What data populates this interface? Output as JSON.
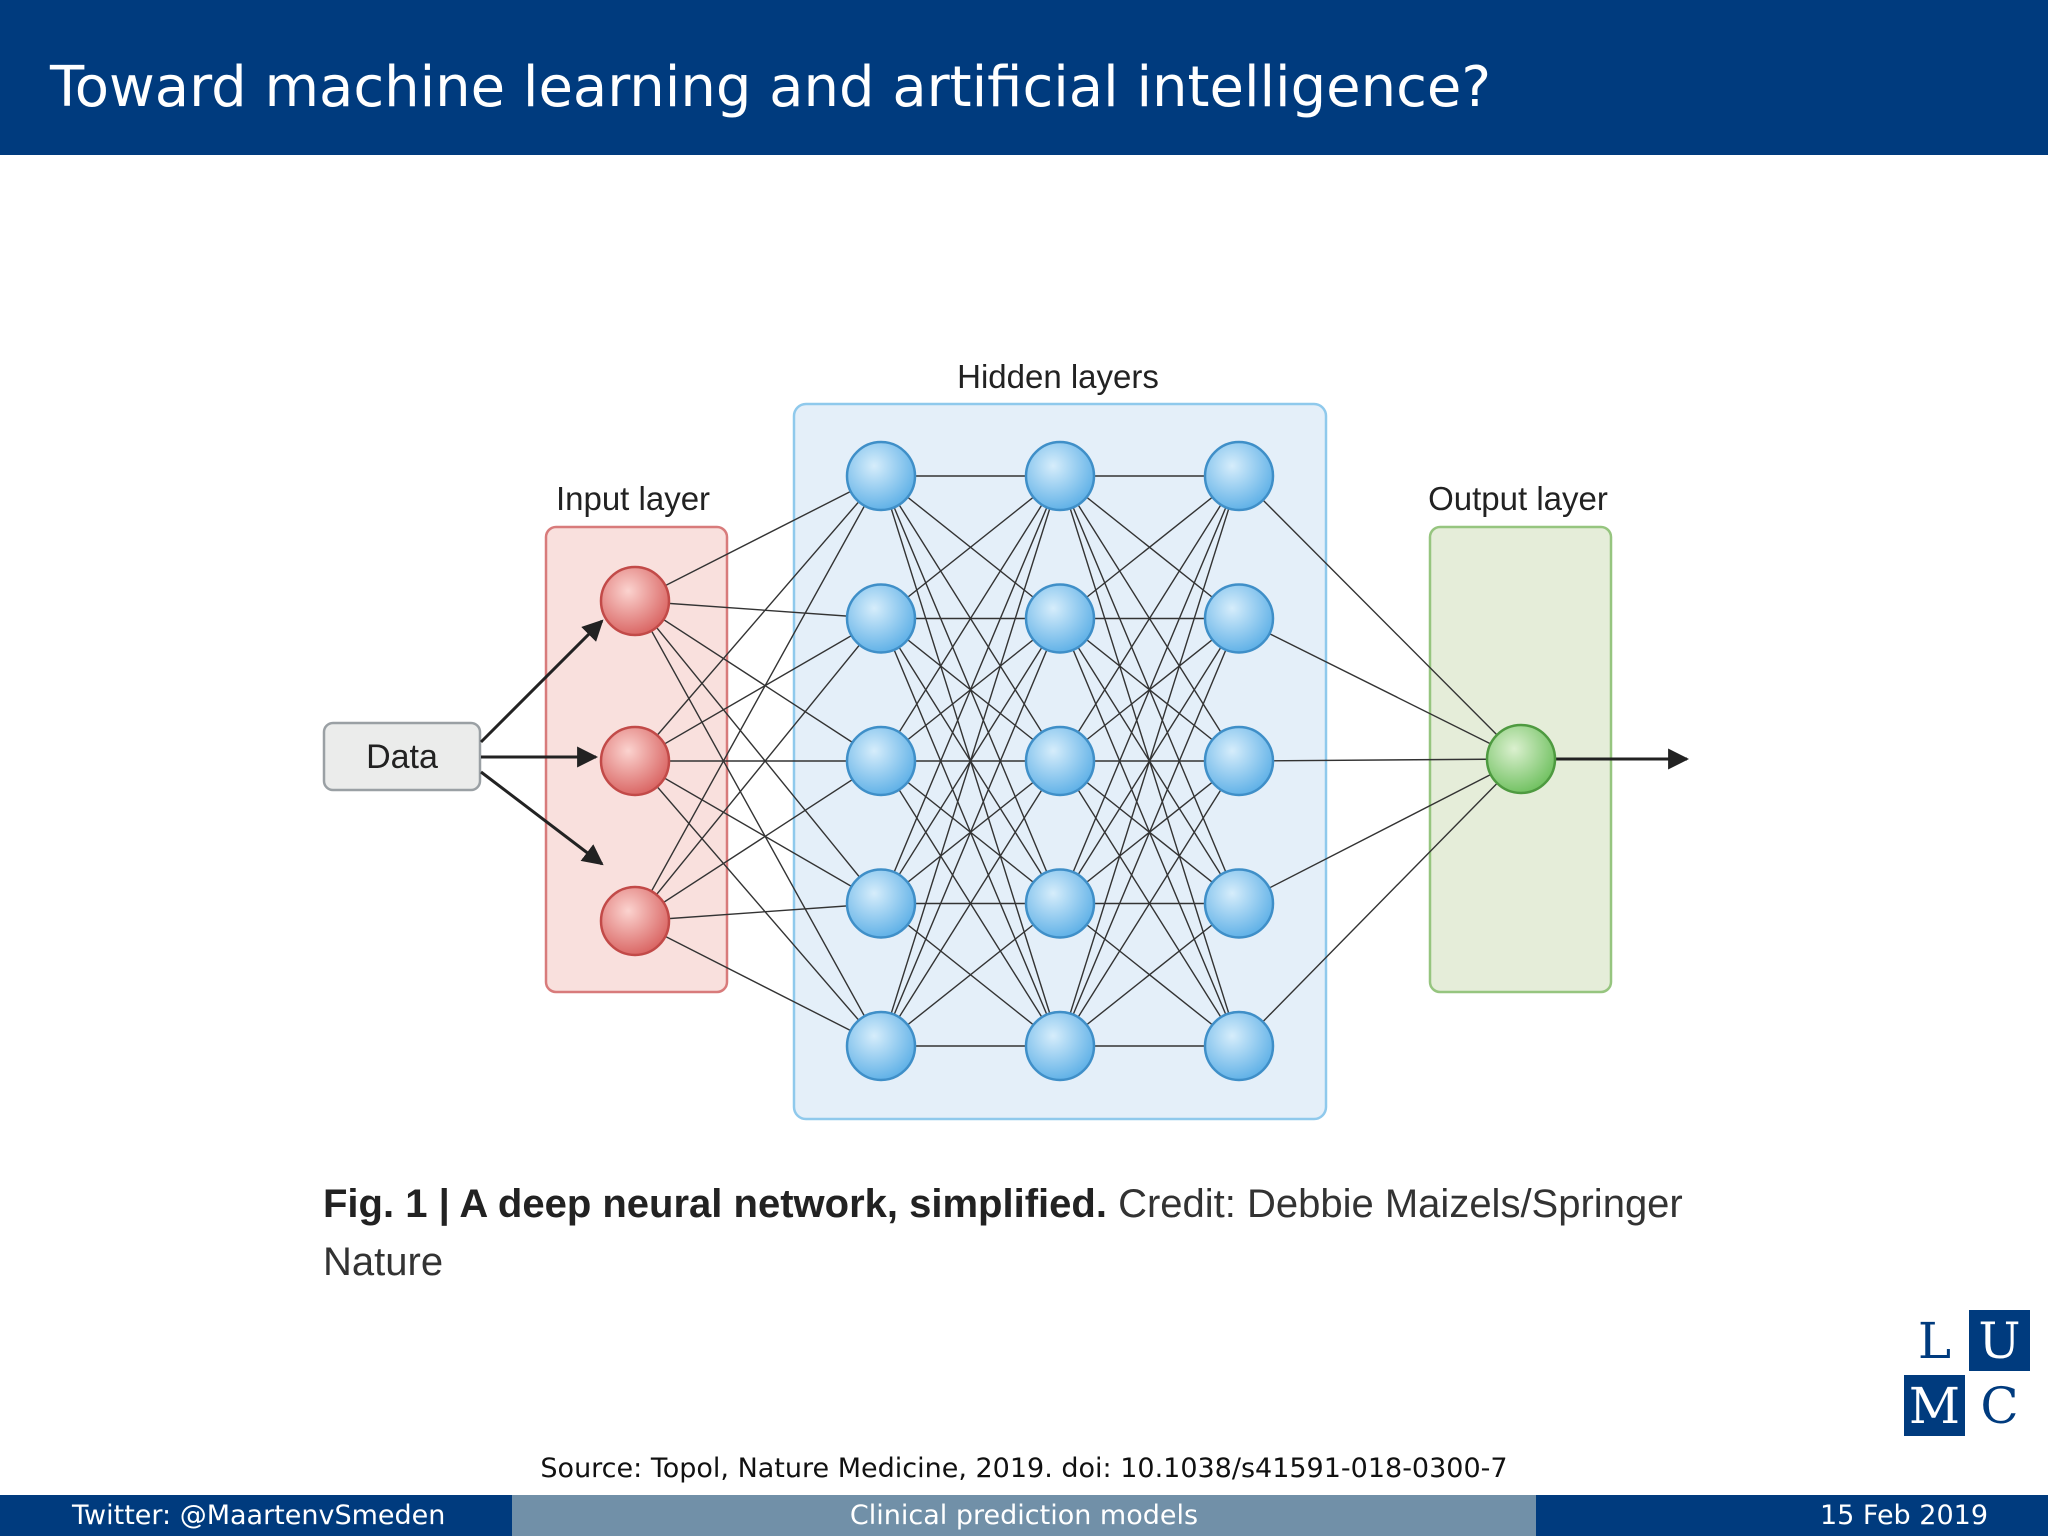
{
  "slide": {
    "title": "Toward machine learning and artificial intelligence?"
  },
  "figure": {
    "labels": {
      "data": "Data",
      "input_layer": "Input layer",
      "hidden_layers": "Hidden layers",
      "output_layer": "Output layer"
    },
    "layers": {
      "input_nodes": 3,
      "hidden_layer_nodes": [
        5,
        5,
        5
      ],
      "output_nodes": 1
    },
    "colors": {
      "input": "#e06767",
      "hidden": "#5aaee6",
      "output": "#6cbf5c",
      "input_box": "#f9e0dd",
      "hidden_box": "#e4eff9",
      "output_box": "#e5edd9"
    },
    "caption": {
      "bold": "Fig. 1 | A deep neural network, simplified.",
      "credit": "Credit: Debbie Maizels/Springer Nature"
    }
  },
  "source": "Source: Topol, Nature Medicine, 2019. doi: 10.1038/s41591-018-0300-7",
  "logo": {
    "letters": [
      "L",
      "U",
      "M",
      "C"
    ]
  },
  "footer": {
    "left": "Twitter: @MaartenvSmeden",
    "center": "Clinical prediction models",
    "right": "15 Feb 2019"
  }
}
